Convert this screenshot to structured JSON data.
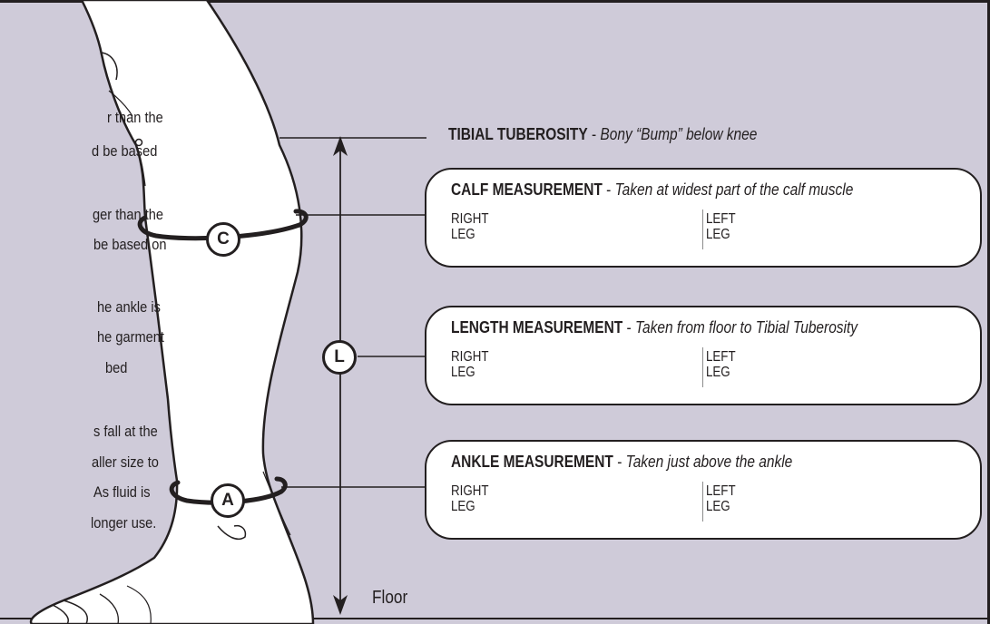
{
  "side_text": [
    "r than the",
    "d be based",
    "ger than the",
    "be based on",
    "he ankle is",
    "he garment",
    "bed",
    "s fall at the",
    "aller size to",
    "As fluid is",
    "longer use."
  ],
  "tibial": {
    "title": "TIBIAL TUBEROSITY",
    "separator": " - ",
    "subtitle": "Bony “Bump” below knee"
  },
  "boxes": {
    "calf": {
      "title": "CALF MEASUREMENT",
      "separator": " - ",
      "subtitle": "Taken at  widest part of the calf muscle",
      "right": [
        "RIGHT",
        "LEG"
      ],
      "left": [
        "LEFT",
        "LEG"
      ]
    },
    "length": {
      "title": "LENGTH MEASUREMENT",
      "separator": " - ",
      "subtitle": "Taken from floor to Tibial Tuberosity",
      "right": [
        "RIGHT",
        "LEG"
      ],
      "left": [
        "LEFT",
        "LEG"
      ]
    },
    "ankle": {
      "title": "ANKLE MEASUREMENT",
      "separator": " - ",
      "subtitle": "Taken just above the ankle",
      "right": [
        "RIGHT",
        "LEG"
      ],
      "left": [
        "LEFT",
        "LEG"
      ]
    }
  },
  "markers": {
    "calf": "C",
    "length": "L",
    "ankle": "A"
  },
  "floor_label": "Floor",
  "colors": {
    "background": "#cfcbd9",
    "ink": "#231f20",
    "box": "#ffffff",
    "skin": "#ffffff"
  }
}
